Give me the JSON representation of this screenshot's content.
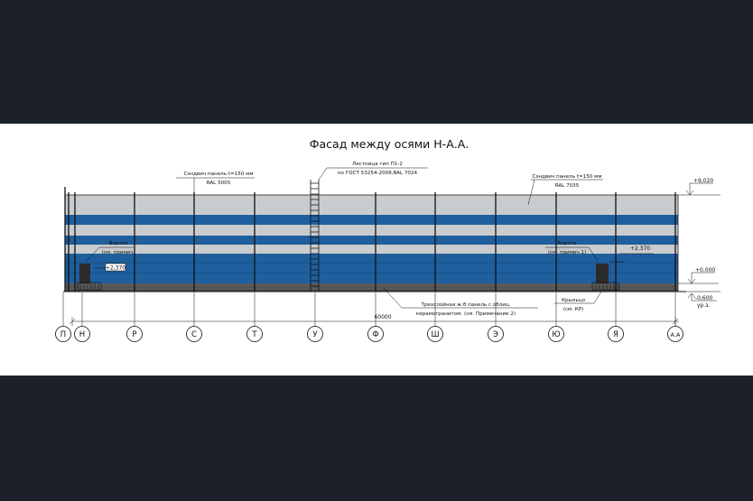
{
  "drawing": {
    "title": "Фасад между осями Н-А.А.",
    "notes": {
      "left_panel_line1": "Сэндвич панель t=150 мм",
      "left_panel_line2": "RAL 5005",
      "stair_line1": "Лестница тип П1-2",
      "stair_line2": "по ГОСТ 53254-2009,RAL 7024",
      "right_panel_line1": "Сэндвич панель t=150 мм",
      "right_panel_line2": "RAL 7035",
      "left_door_line1": "Ворота",
      "left_door_line2": "(см. примеч.",
      "right_door_line1": "Ворота",
      "right_door_line2": "(см. примеч.1)",
      "bottom_line1": "Трехслойная ж.б панель с облиц.",
      "bottom_line2": "керамогранитом. (см. Примечание 2)",
      "porch_line1": "Крыльцо",
      "porch_line2": "(см. КР)"
    },
    "levels": {
      "top": "+9,020",
      "zero": "+0,000",
      "ground": "-0,600",
      "ground_sub": "ур.з.",
      "door_left": "+2,370",
      "door_right": "+2,370"
    },
    "overall_dimension": "60000",
    "axes": [
      "П",
      "Н",
      "Р",
      "С",
      "Т",
      "У",
      "Ф",
      "Ш",
      "Э",
      "Ю",
      "Я",
      "А.А"
    ],
    "colors": {
      "blue_panel": "#1f5f9e",
      "grey_panel": "#c9ccce",
      "plinth": "#5a5a5a",
      "background": "#1c2129"
    }
  }
}
